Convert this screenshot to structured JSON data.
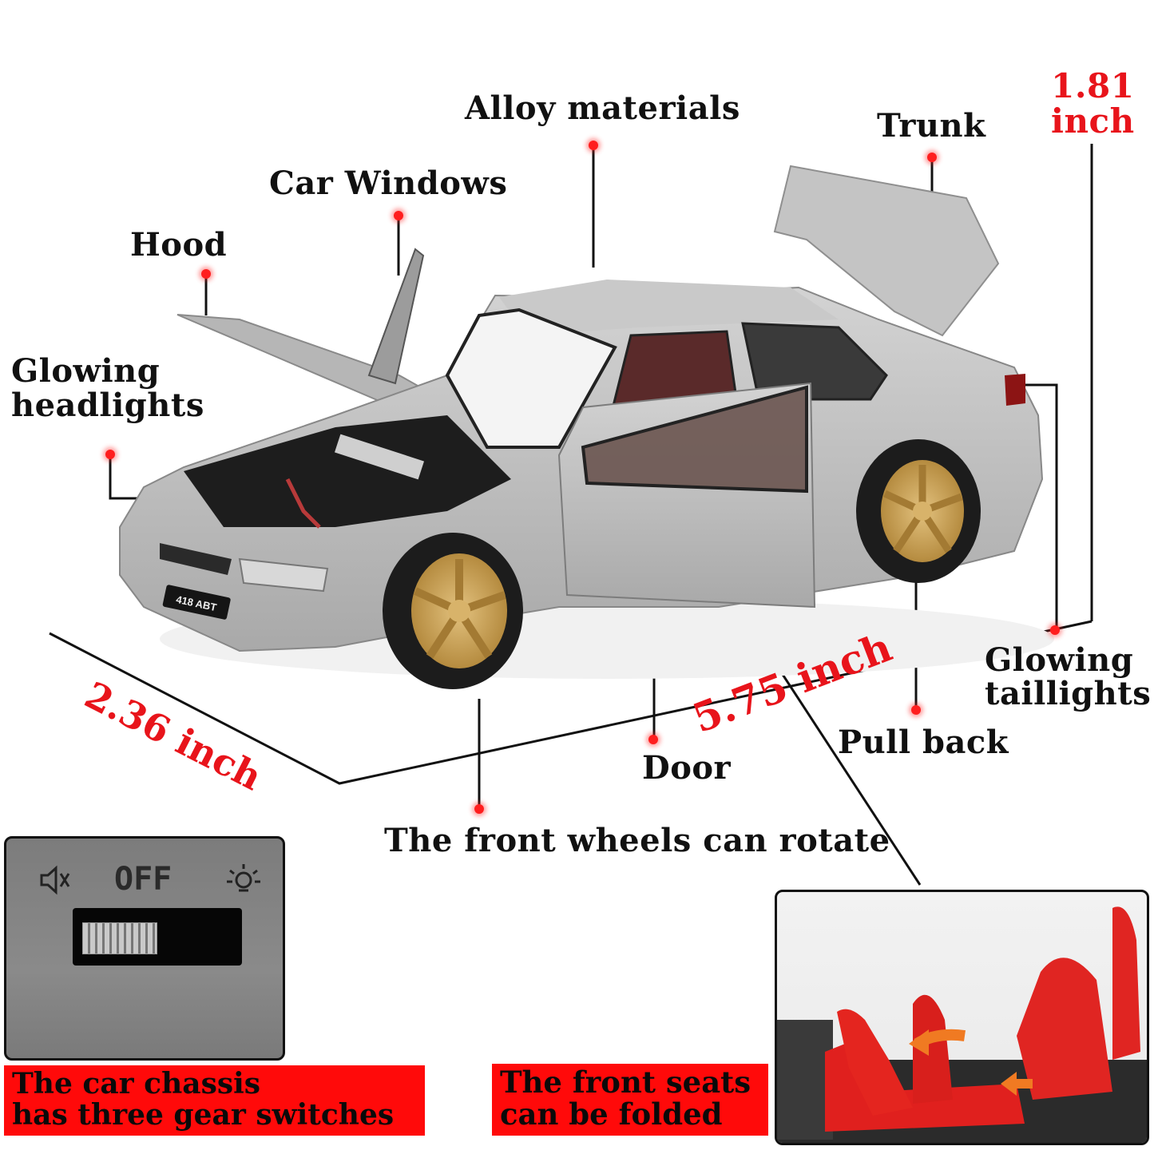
{
  "labels": {
    "alloy_materials": "Alloy materials",
    "trunk": "Trunk",
    "car_windows": "Car Windows",
    "hood": "Hood",
    "glowing_headlights_line1": "Glowing",
    "glowing_headlights_line2": "headlights",
    "glowing_taillights_line1": "Glowing",
    "glowing_taillights_line2": "taillights",
    "pull_back": "Pull back",
    "door": "Door",
    "front_wheels": "The front wheels can rotate"
  },
  "dimensions": {
    "height_value": "1.81",
    "height_unit": "inch",
    "width": "2.36 inch",
    "length": "5.75 inch"
  },
  "car": {
    "plate": "418 ABT",
    "body_color": "#b9b9b9",
    "wheel_color": "#c9a25a"
  },
  "switch_panel": {
    "sound_icon": "speaker-icon",
    "off_label": "OFF",
    "light_icon": "light-bulb-icon",
    "banner_line1": "The car chassis",
    "banner_line2": "has three gear switches"
  },
  "seats_panel": {
    "banner_line1": "The front seats",
    "banner_line2": "can be folded"
  },
  "colors": {
    "accent_red": "#e8141b",
    "banner_red": "#ff0a0a",
    "text": "#111111"
  }
}
